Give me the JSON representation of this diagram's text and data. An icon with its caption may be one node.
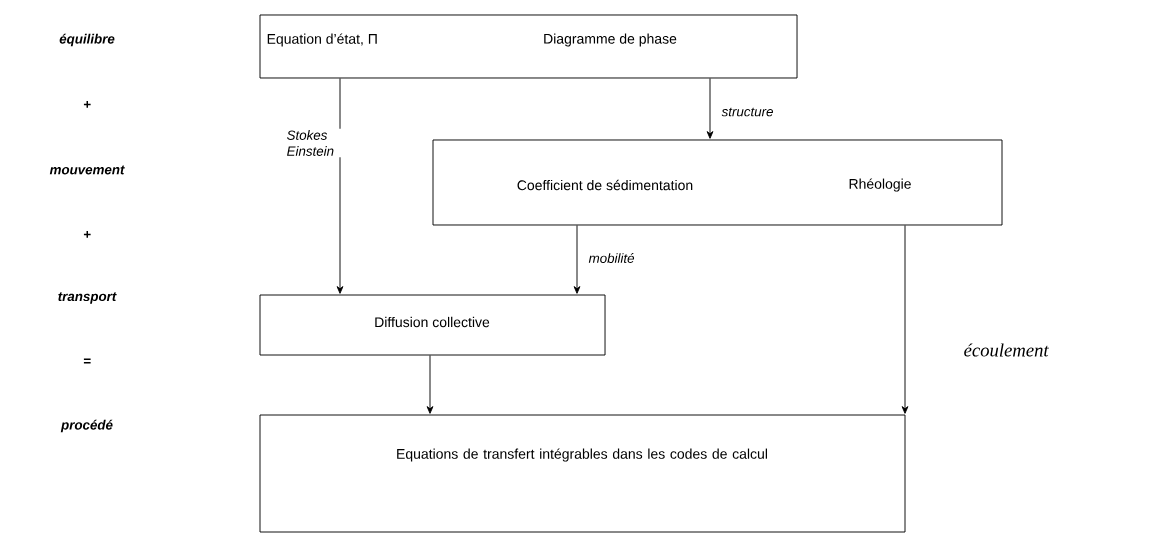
{
  "diagram": {
    "nodes": [
      {
        "text": [
          "Equation d’état, Π",
          "Diagramme de phase"
        ]
      },
      {
        "text": [
          "Coefficient de sédimentation",
          "Rhéologie"
        ]
      },
      {
        "text": [
          "Diffusion collective"
        ]
      },
      {
        "text": [
          "Equations de transfert intégrables dans les codes de calcul"
        ]
      }
    ],
    "edges": [
      {
        "from": 0,
        "to": 2,
        "arrow": "to",
        "label": "Stokes Einstein"
      },
      {
        "from": 0,
        "to": 1,
        "arrow": "to",
        "label": "structure"
      },
      {
        "from": 1,
        "to": 2,
        "arrow": "to",
        "label": "mobilité"
      },
      {
        "from": 2,
        "to": 3,
        "arrow": "to"
      },
      {
        "from": 1,
        "to": 3,
        "arrow": "to",
        "label": "écoulement"
      }
    ],
    "labels": [
      "équilibre",
      "+",
      "mouvement",
      "+",
      "transport",
      "=",
      "procédé"
    ]
  }
}
